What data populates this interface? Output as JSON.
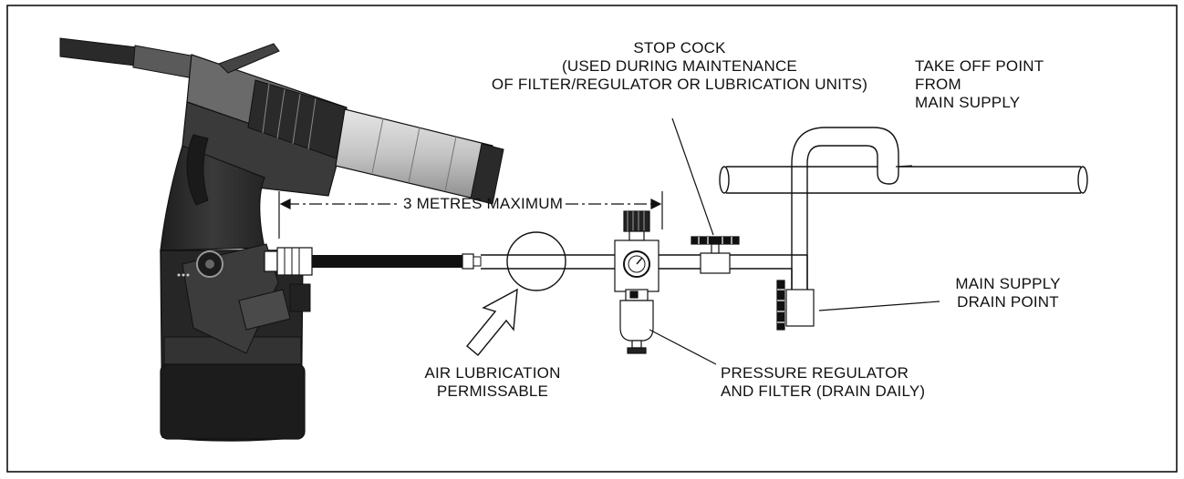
{
  "labels": {
    "stop_cock": {
      "lines": [
        "STOP COCK",
        "(USED DURING MAINTENANCE",
        "OF FILTER/REGULATOR  OR LUBRICATION UNITS)"
      ]
    },
    "take_off": {
      "lines": [
        "TAKE OFF POINT",
        "FROM",
        "MAIN SUPPLY"
      ]
    },
    "distance": "3 METRES MAXIMUM",
    "main_drain": {
      "lines": [
        "MAIN SUPPLY",
        "DRAIN POINT"
      ]
    },
    "air_lubrication": {
      "lines": [
        "AIR LUBRICATION",
        "PERMISSABLE"
      ]
    },
    "regulator": {
      "lines": [
        "PRESSURE REGULATOR",
        "AND FILTER (DRAIN DAILY)"
      ]
    }
  },
  "colors": {
    "line": "#111111",
    "tool_dark": "#2b2b2b",
    "tool_mid": "#555555",
    "tool_light": "#bdbdbd",
    "hose": "#111111"
  }
}
